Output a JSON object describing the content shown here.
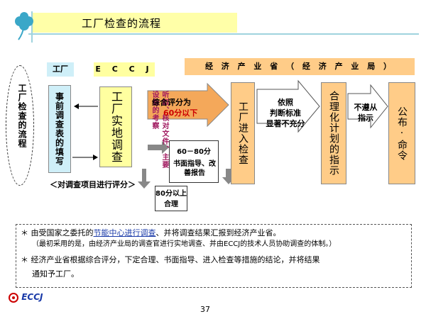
{
  "title": "工厂检查的流程",
  "header": {
    "factory": "工厂",
    "eccj": "E C C J",
    "ministry": "经 济 产 业 省 （ 经 济 产 业 局 ）"
  },
  "flow_side_label": "工厂检查的流程",
  "nodes": {
    "survey": "事前调查表的填写",
    "onsite": "工厂实地调查",
    "onsite_detail": "听取、核对文件、主要设备的考察",
    "written_range": "60－80分",
    "written_desc": "书面指导、改善报告",
    "ok_range": "80分以上",
    "ok_desc": "合理",
    "inspect": "工厂进入检查",
    "plan": "合理化计划的指示",
    "announce": "公布·命令"
  },
  "arrows": {
    "score_line1": "综合评分为",
    "score_line2": "60分以下",
    "basis_line1": "依照",
    "basis_line2": "判断标准",
    "basis_line3": "显著不充分",
    "noncomp_line1": "不遵从",
    "noncomp_line2": "指示"
  },
  "eval_caption": "＜对调查项目进行评分＞",
  "notes": {
    "n1_star": "＊",
    "n1_pre": "由受国家之委托的",
    "n1_link": "节能中心进行调查",
    "n1_post": "、并将调查结果汇报到经济产业省。",
    "n1_sub": "（最初采用的是，由经济产业局的调查官进行实地调查、并由ECCJ的技术人员协助调查的体制。）",
    "n2_star": "＊",
    "n2_line1": "经济产业省根据综合评分，下定合理、书面指导、进入检查等措施的结论，并将结果",
    "n2_line2": "通知予工厂。"
  },
  "page_number": "37",
  "logo_text": "ECCJ",
  "colors": {
    "factory": "#cfeff8",
    "eccj": "#ffffa0",
    "ministry": "#ffcc88",
    "arrow_orange": "#f4a85a",
    "arrow_white": "#ffffff",
    "alert": "#cc0000",
    "detail_magenta": "#a0185f",
    "clover": "#3aa7c8"
  }
}
